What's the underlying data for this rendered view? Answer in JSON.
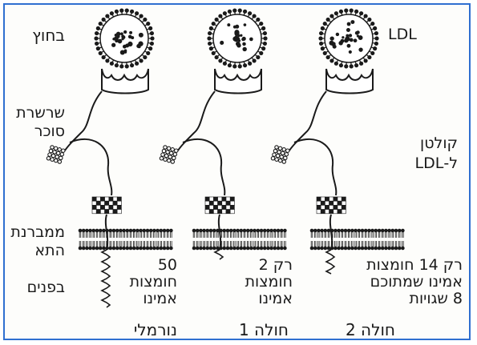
{
  "labels": {
    "outside": "בחוץ",
    "sugar_chain_line1": "שרשרת",
    "sugar_chain_line2": "סוכר",
    "membrane_line1": "ממברנת",
    "membrane_line2": "התא",
    "inside": "בפנים",
    "ldl": "LDL",
    "receptor_line1": "קולטן",
    "receptor_line2": "ל-LDL"
  },
  "columns": {
    "normal": {
      "title": "נורמלי",
      "tail_lines": [
        "50",
        "חומצות",
        "אמינו"
      ]
    },
    "patient1": {
      "title": "חולה 1",
      "tail_lines": [
        "רק 2",
        "חומצות",
        "אמינו"
      ]
    },
    "patient2": {
      "title": "חולה 2",
      "tail_lines": [
        "רק 14 חומצות",
        "אמינו שמתוכם",
        "8 שגויות"
      ]
    }
  },
  "colors": {
    "frame": "#2f6fd0",
    "ink": "#1a1a1a"
  }
}
